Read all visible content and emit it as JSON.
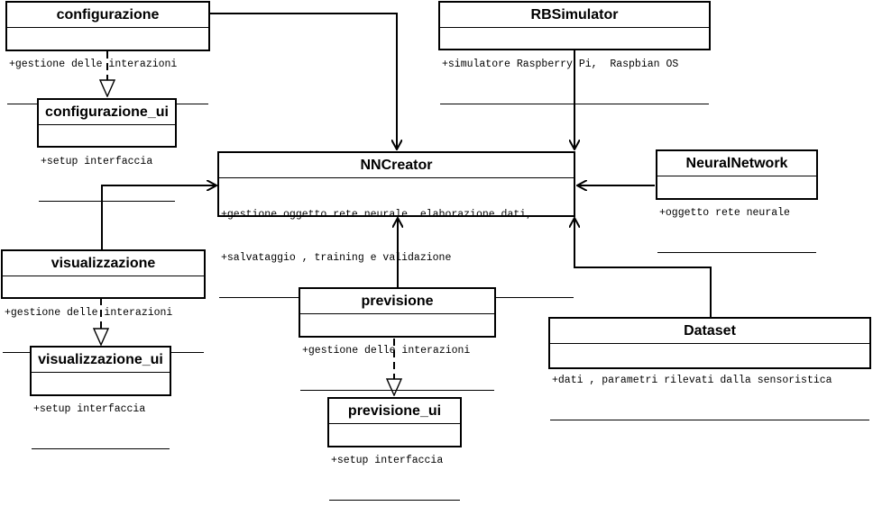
{
  "classes": {
    "configurazione": {
      "name": "configurazione",
      "attributes": [
        "+gestione delle interazioni"
      ]
    },
    "configurazione_ui": {
      "name": "configurazione_ui",
      "attributes": [
        "+setup interfaccia"
      ]
    },
    "rbsimulator": {
      "name": "RBSimulator",
      "attributes": [
        "+simulatore Raspberry Pi,  Raspbian OS"
      ]
    },
    "nncreator": {
      "name": "NNCreator",
      "attributes": [
        "+gestione oggetto rete neurale  elaborazione dati,",
        "+salvataggio , training e validazione"
      ]
    },
    "neuralnetwork": {
      "name": "NeuralNetwork",
      "attributes": [
        "+oggetto rete neurale"
      ]
    },
    "visualizzazione": {
      "name": "visualizzazione",
      "attributes": [
        "+gestione delle interazioni"
      ]
    },
    "visualizzazione_ui": {
      "name": "visualizzazione_ui",
      "attributes": [
        "+setup interfaccia"
      ]
    },
    "previsione": {
      "name": "previsione",
      "attributes": [
        "+gestione delle interazioni"
      ]
    },
    "previsione_ui": {
      "name": "previsione_ui",
      "attributes": [
        "+setup interfaccia"
      ]
    },
    "dataset": {
      "name": "Dataset",
      "attributes": [
        "+dati , parametri rilevati dalla sensoristica"
      ]
    }
  },
  "relations": [
    {
      "from": "configurazione",
      "to": "nncreator",
      "kind": "association"
    },
    {
      "from": "rbsimulator",
      "to": "nncreator",
      "kind": "association"
    },
    {
      "from": "neuralnetwork",
      "to": "nncreator",
      "kind": "association"
    },
    {
      "from": "visualizzazione",
      "to": "nncreator",
      "kind": "association"
    },
    {
      "from": "previsione",
      "to": "nncreator",
      "kind": "association"
    },
    {
      "from": "dataset",
      "to": "nncreator",
      "kind": "association"
    },
    {
      "from": "configurazione",
      "to": "configurazione_ui",
      "kind": "realization"
    },
    {
      "from": "visualizzazione",
      "to": "visualizzazione_ui",
      "kind": "realization"
    },
    {
      "from": "previsione",
      "to": "previsione_ui",
      "kind": "realization"
    }
  ]
}
